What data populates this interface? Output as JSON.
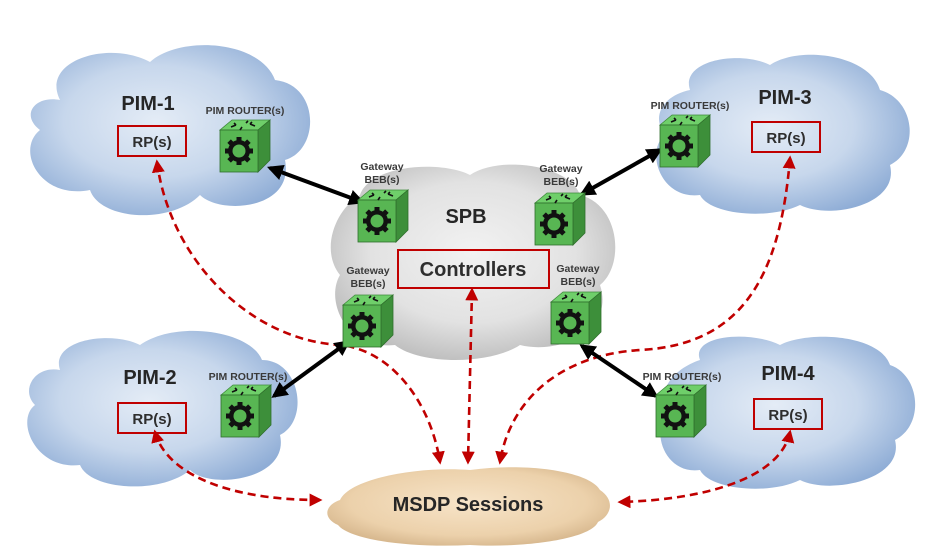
{
  "colors": {
    "pim_cloud": "#b9cde6",
    "spb_cloud": "#dcdcdc",
    "msdp_cloud": "#efd6b4",
    "box_border": "#c00000",
    "dashed_arrow": "#c00000",
    "solid_arrow": "#000000",
    "router_green": "#5fbf5a"
  },
  "spb": {
    "title": "SPB",
    "controllers_label": "Controllers",
    "gateways": [
      {
        "line1": "Gateway",
        "line2": "BEB(s)"
      },
      {
        "line1": "Gateway",
        "line2": "BEB(s)"
      },
      {
        "line1": "Gateway",
        "line2": "BEB(s)"
      },
      {
        "line1": "Gateway",
        "line2": "BEB(s)"
      }
    ]
  },
  "pim_domains": [
    {
      "title": "PIM-1",
      "rp_label": "RP(s)",
      "router_label": "PIM ROUTER(s)"
    },
    {
      "title": "PIM-2",
      "rp_label": "RP(s)",
      "router_label": "PIM ROUTER(s)"
    },
    {
      "title": "PIM-3",
      "rp_label": "RP(s)",
      "router_label": "PIM ROUTER(s)"
    },
    {
      "title": "PIM-4",
      "rp_label": "RP(s)",
      "router_label": "PIM ROUTER(s)"
    }
  ],
  "msdp": {
    "label": "MSDP Sessions"
  }
}
